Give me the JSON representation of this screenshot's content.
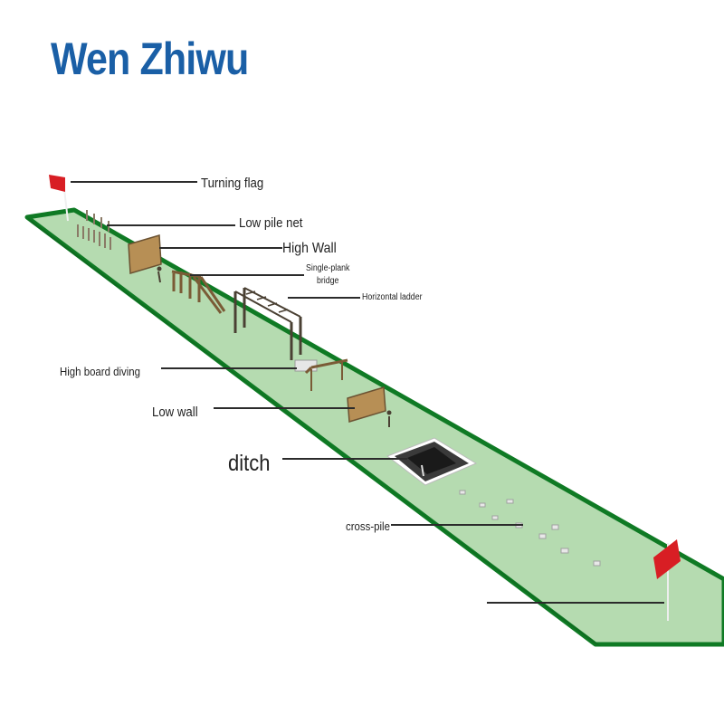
{
  "brand": {
    "text": "Wen Zhiwu",
    "color": "#1a5fa6"
  },
  "colors": {
    "track_fill": "#b5dbb0",
    "track_border": "#0f7a24",
    "flag": "#d81e24",
    "leader_line": "#2b2b2b",
    "wood": "#b78f55",
    "frame": "#4a4033"
  },
  "labels": {
    "turning_flag": "Turning flag",
    "low_pile_net": "Low pile net",
    "high_wall": "High Wall",
    "single_plank_bridge_line1": "Single-plank",
    "single_plank_bridge_line2": "bridge",
    "horizontal_ladder": "Horizontal ladder",
    "high_board_diving": "High board diving",
    "low_wall": "Low wall",
    "ditch": "ditch",
    "cross_pile": "cross-pile"
  }
}
